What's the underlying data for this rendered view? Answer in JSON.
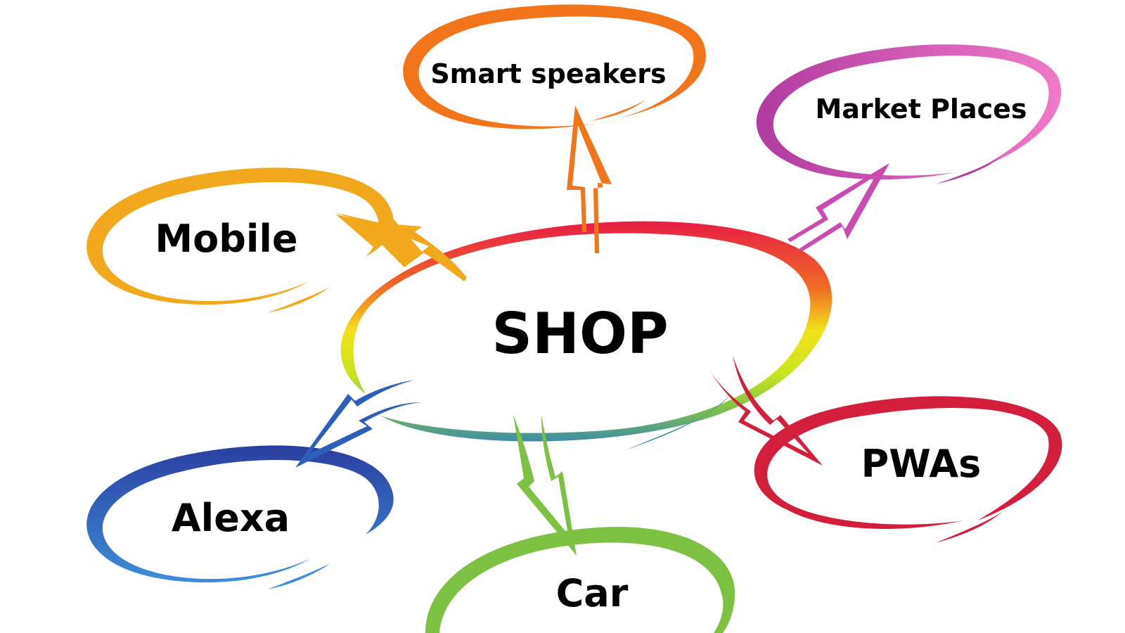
{
  "center": {
    "label": "SHOP"
  },
  "nodes": [
    {
      "id": "smart-speakers",
      "label": "Smart speakers",
      "color": "#F2741B"
    },
    {
      "id": "market-places",
      "label": "Market Places",
      "color": "#D955B4"
    },
    {
      "id": "mobile",
      "label": "Mobile",
      "color": "#F2A81D"
    },
    {
      "id": "pwas",
      "label": "PWAs",
      "color": "#D31F3C"
    },
    {
      "id": "alexa",
      "label": "Alexa",
      "color": "#2E5FB8"
    },
    {
      "id": "car",
      "label": "Car",
      "color": "#7DC142"
    }
  ],
  "colors": {
    "center_ring": [
      "#E61E45",
      "#F06A25",
      "#F5E619",
      "#E8F51A",
      "#7EC24A",
      "#3E8DA8"
    ]
  }
}
